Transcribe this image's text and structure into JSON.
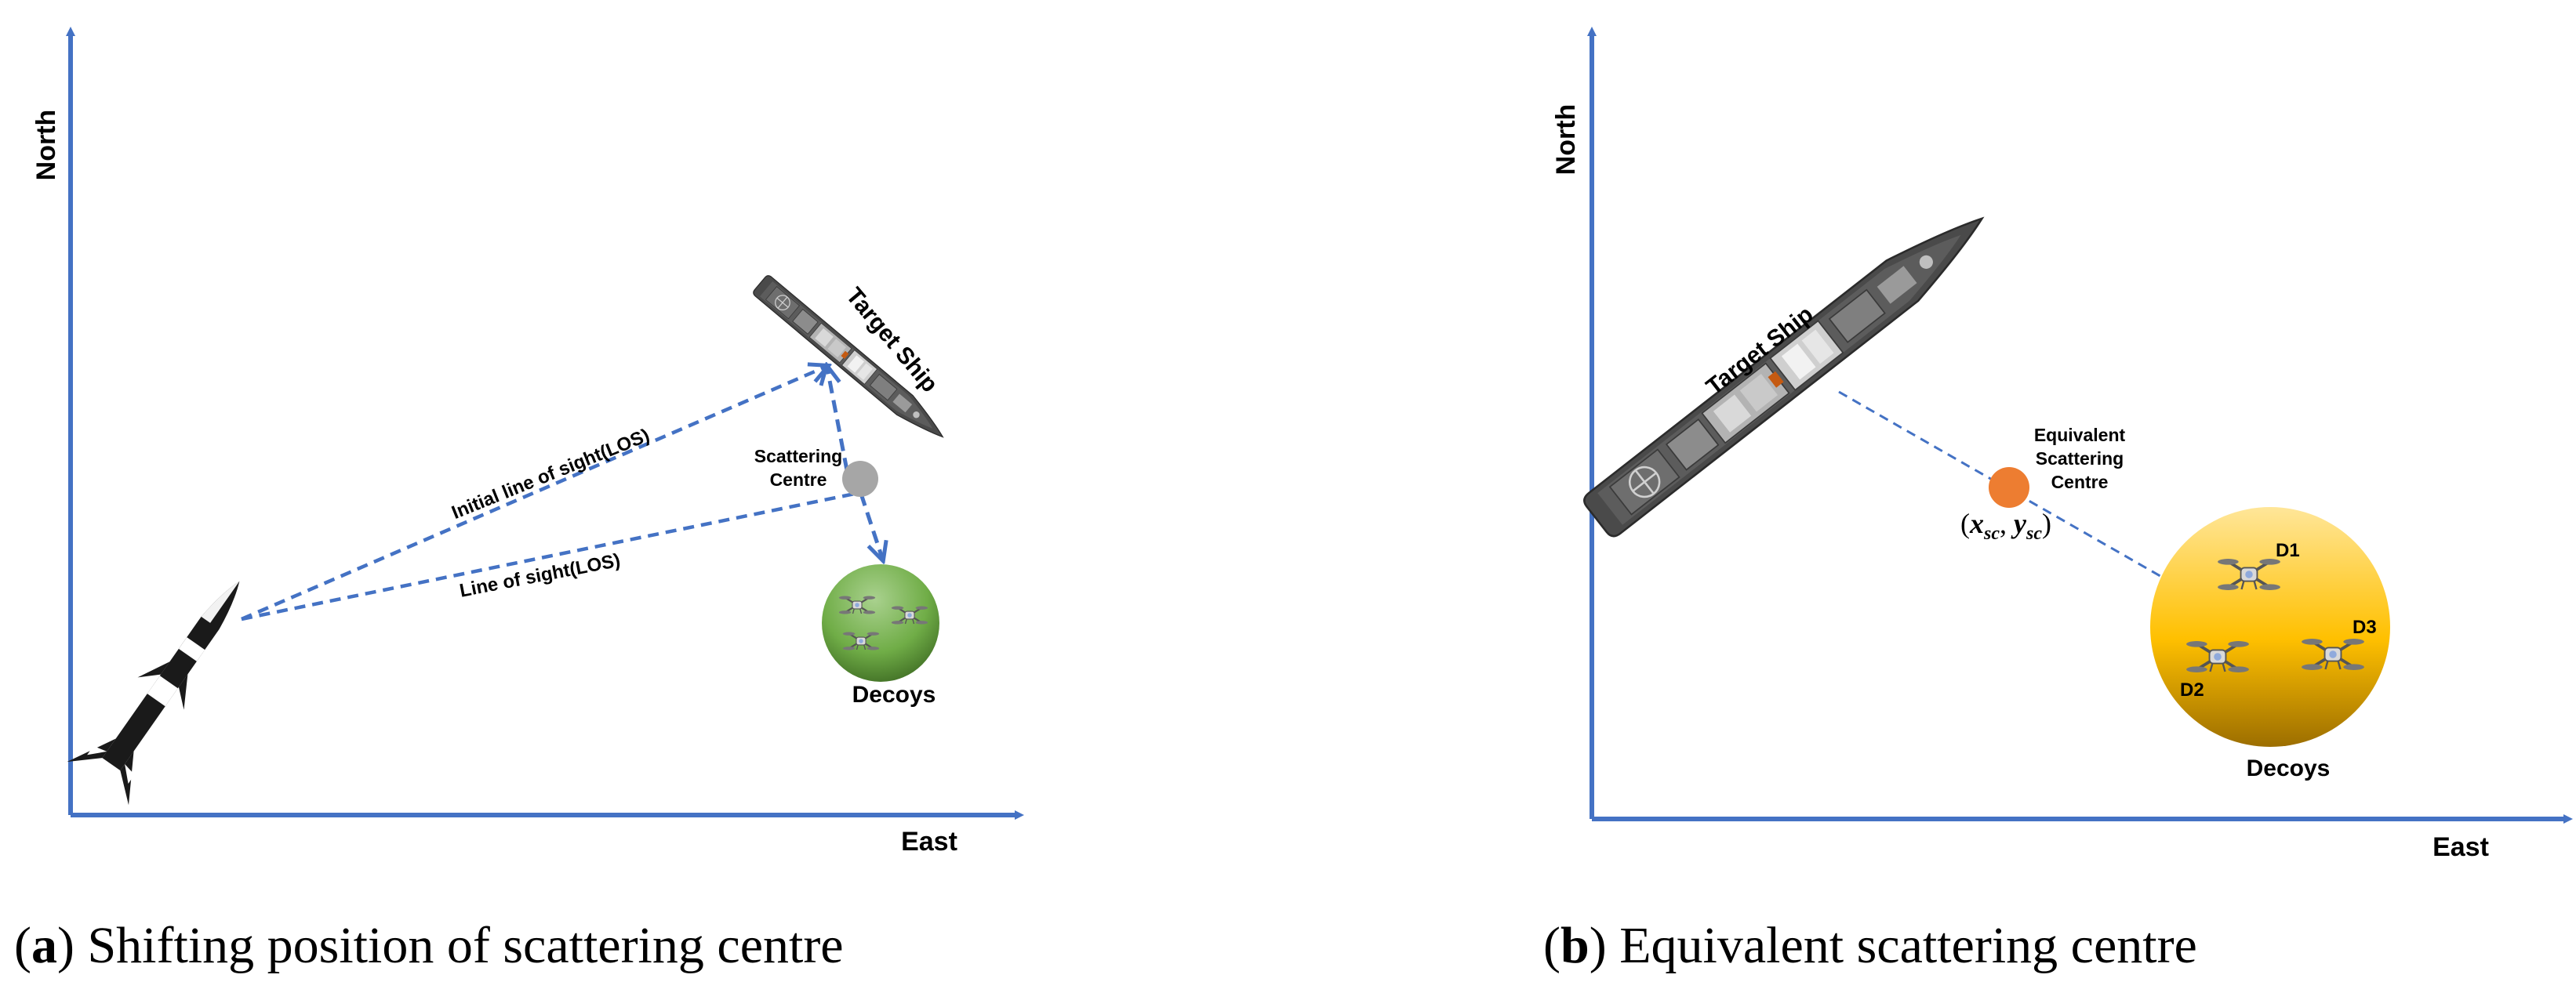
{
  "panel_a": {
    "y_axis_label": "North",
    "x_axis_label": "East",
    "ship_label": "Target Ship",
    "scatter_label_line1": "Scattering",
    "scatter_label_line2": "Centre",
    "initial_los_label": "Initial line of sight(LOS)",
    "los_label": "Line of sight(LOS)",
    "decoys_label": "Decoys",
    "caption_letter": "a",
    "caption_text": "Shifting position of scattering centre"
  },
  "panel_b": {
    "y_axis_label": "North",
    "x_axis_label": "East",
    "ship_label": "Target Ship",
    "esc_label_line1": "Equivalent",
    "esc_label_line2": "Scattering",
    "esc_label_line3": "Centre",
    "coord_open": "(",
    "coord_x": "x",
    "coord_x_sub": "sc",
    "coord_sep": ", ",
    "coord_y": "y",
    "coord_y_sub": "sc",
    "coord_close": ")",
    "decoy_1": "D1",
    "decoy_2": "D2",
    "decoy_3": "D3",
    "decoys_label": "Decoys",
    "caption_letter": "b",
    "caption_text": "Equivalent scattering centre"
  },
  "colors": {
    "axis": "#4472c4",
    "los": "#4472c4",
    "scatter_centre": "#a6a6a6",
    "equivalent_centre": "#ed7d31",
    "decoy_green": "#70ad47",
    "decoy_gold": "#ffc000",
    "ship_hull": "#4a4a4a"
  },
  "icons": [
    "missile-icon",
    "ship-icon",
    "drone-icon"
  ]
}
